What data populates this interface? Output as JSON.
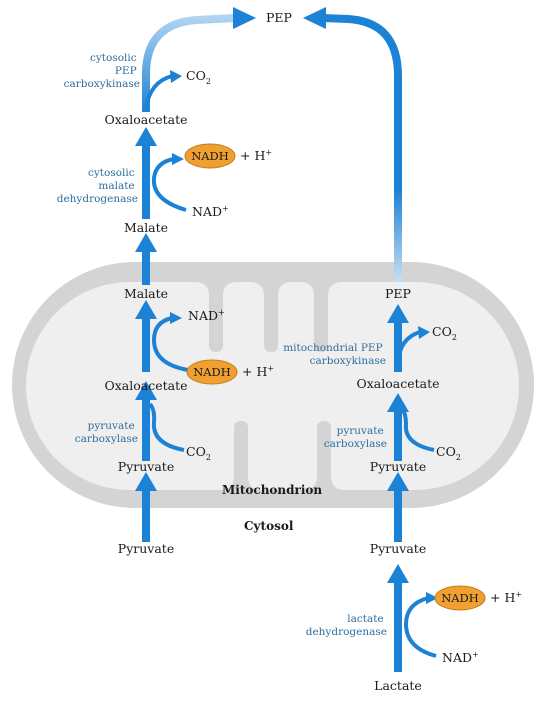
{
  "compartments": {
    "mitochondrion": "Mitochondrion",
    "cytosol": "Cytosol"
  },
  "metabolites": {
    "pep_cytosol": "PEP",
    "oxaloacetate_cytosol": "Oxaloacetate",
    "malate_cytosol": "Malate",
    "malate_mito": "Malate",
    "oxaloacetate_mito_left": "Oxaloacetate",
    "pyruvate_mito_left": "Pyruvate",
    "pyruvate_cytosol_left": "Pyruvate",
    "pep_mito": "PEP",
    "oxaloacetate_mito_right": "Oxaloacetate",
    "pyruvate_mito_right": "Pyruvate",
    "pyruvate_cytosol_right": "Pyruvate",
    "lactate": "Lactate"
  },
  "enzymes": {
    "cytosolic_pepck": [
      "cytosolic",
      "PEP",
      "carboxykinase"
    ],
    "cytosolic_mdh": [
      "cytosolic",
      "malate",
      "dehydrogenase"
    ],
    "pyruvate_carboxylase_left": [
      "pyruvate",
      "carboxylase"
    ],
    "mitochondrial_pepck": [
      "mitochondrial PEP",
      "carboxykinase"
    ],
    "pyruvate_carboxylase_right": [
      "pyruvate",
      "carboxylase"
    ],
    "ldh": [
      "lactate",
      "dehydrogenase"
    ]
  },
  "cofactors": {
    "co2_base": "CO",
    "co2_sub": "2",
    "nadh": "NADH",
    "h_plus_base": "+ H",
    "nad_base": "NAD",
    "plus": "+"
  },
  "colors": {
    "arrow": "#1b82d6",
    "mito_outer": "#d4d4d4",
    "mito_inner": "#efefef",
    "nadh_fill": "#f0a030",
    "nadh_stroke": "#c67d1b",
    "enzyme_text": "#2f6f9f"
  }
}
